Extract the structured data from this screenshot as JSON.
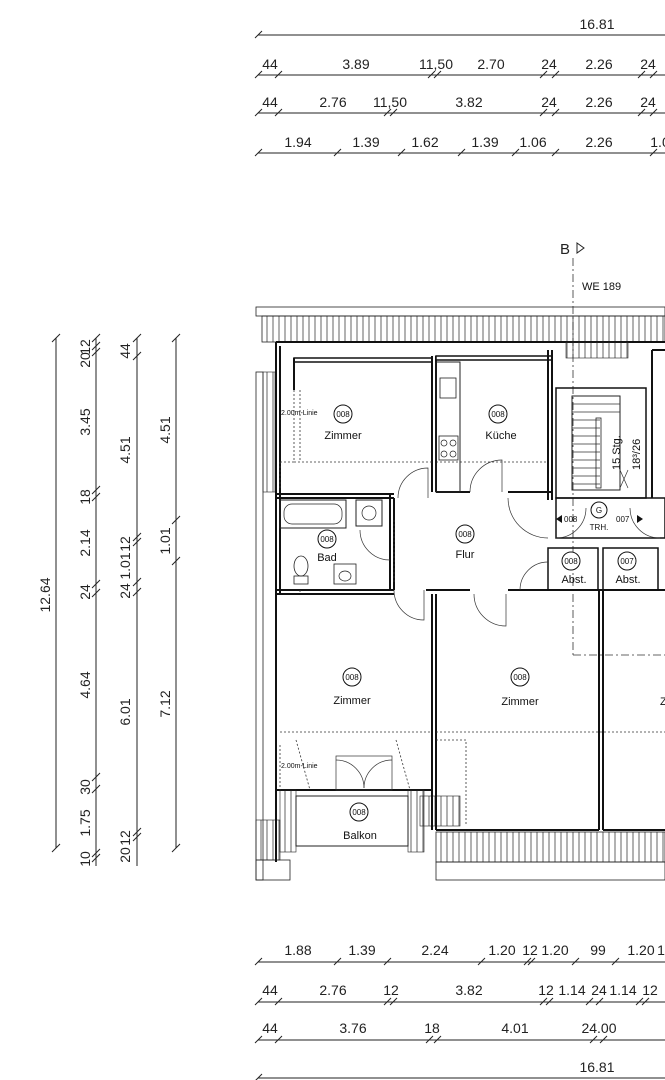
{
  "top_dims": {
    "overall": "16.81",
    "row1": [
      "44",
      "3.89",
      "11,50",
      "2.70",
      "24",
      "2.26",
      "24"
    ],
    "row2": [
      "44",
      "2.76",
      "11,50",
      "3.82",
      "24",
      "2.26",
      "24"
    ],
    "row3": [
      "1.94",
      "1.39",
      "1.62",
      "1.39",
      "1.06",
      "2.26",
      "1.0"
    ]
  },
  "bottom_dims": {
    "row1": [
      "1.88",
      "1.39",
      "2.24",
      "1.20",
      "12",
      "1.20",
      "99",
      "1.20",
      "1"
    ],
    "row2": [
      "44",
      "2.76",
      "12",
      "3.82",
      "12",
      "1.14",
      "24",
      "1.14",
      "12"
    ],
    "row3": [
      "44",
      "3.76",
      "18",
      "4.01",
      "24.00"
    ],
    "overall": "16.81"
  },
  "left_dims": {
    "overall": "12.64",
    "col1": [
      "12",
      "20",
      "3.45",
      "18",
      "2.14",
      "24",
      "4.64",
      "30",
      "1.75",
      "10"
    ],
    "col2": [
      "44",
      "4.51",
      "12",
      "1.01",
      "24",
      "6.01",
      "20",
      "12"
    ],
    "col3": [
      "4.51",
      "1.01",
      "7.12"
    ]
  },
  "section_marker": "B",
  "unit_label": "WE 189",
  "rooms": {
    "zimmer1": {
      "num": "008",
      "name": "Zimmer"
    },
    "kueche": {
      "num": "008",
      "name": "Küche"
    },
    "bad": {
      "num": "008",
      "name": "Bad"
    },
    "flur": {
      "num": "008",
      "name": "Flur"
    },
    "zimmer2": {
      "num": "008",
      "name": "Zimmer"
    },
    "zimmer3": {
      "num": "008",
      "name": "Zimmer"
    },
    "balkon": {
      "num": "008",
      "name": "Balkon"
    },
    "abst1": {
      "num": "008",
      "name": "Abst."
    },
    "abst2": {
      "num": "007",
      "name": "Abst."
    },
    "zimmer4_partial": "Z"
  },
  "stair": {
    "steps": "15 Stg.",
    "rise": "18³/26",
    "door_left": "008",
    "door_right": "007",
    "label_g": "G",
    "trh": "TRH."
  },
  "notes": {
    "line_top": "2.00m-Linie",
    "line_bottom": "2.00m-Linie"
  }
}
